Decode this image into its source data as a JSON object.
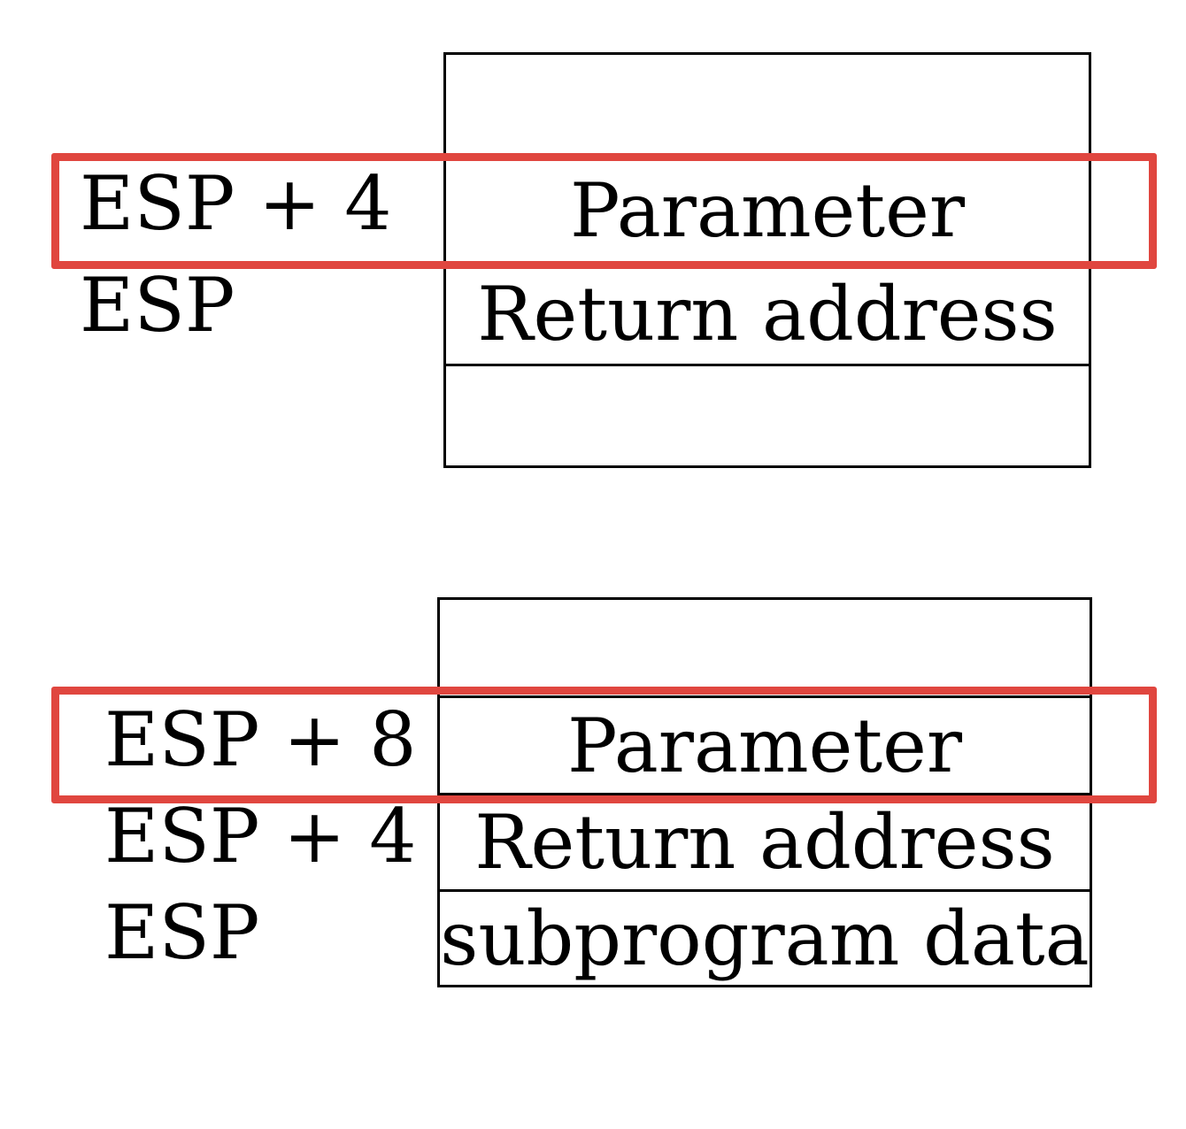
{
  "highlight_color": "#e0463f",
  "diagrams": [
    {
      "labels": [
        "ESP + 4",
        "ESP"
      ],
      "cells": [
        "",
        "Parameter",
        "Return address",
        ""
      ]
    },
    {
      "labels": [
        "ESP + 8",
        "ESP + 4",
        "ESP"
      ],
      "cells": [
        "",
        "Parameter",
        "Return address",
        "subprogram data"
      ]
    }
  ]
}
